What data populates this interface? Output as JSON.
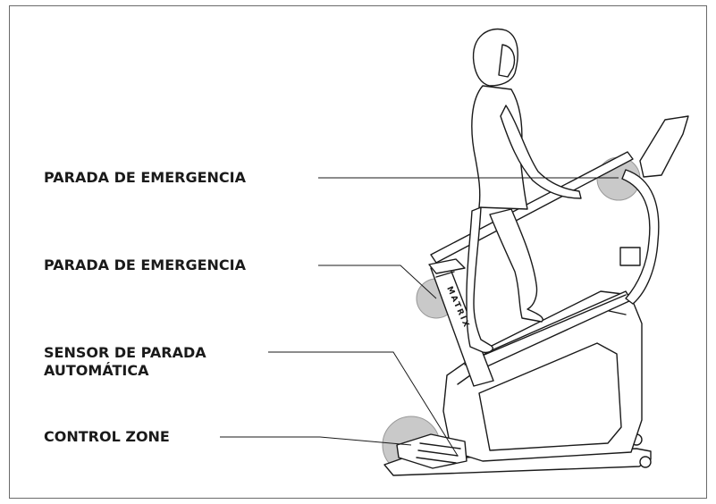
{
  "callouts": {
    "emergency_stop_top": "PARADA DE EMERGENCIA",
    "emergency_stop_lower": "PARADA DE EMERGENCIA",
    "auto_stop_sensor_line1": "SENSOR DE PARADA",
    "auto_stop_sensor_line2": "AUTOMÁTICA",
    "control_zone": "CONTROL ZONE"
  },
  "machine": {
    "brand_text": "MATRIX"
  },
  "colors": {
    "line": "#1a1a1a",
    "highlight_circle": "#c9c9c9",
    "frame_border": "#6a6a6a"
  }
}
